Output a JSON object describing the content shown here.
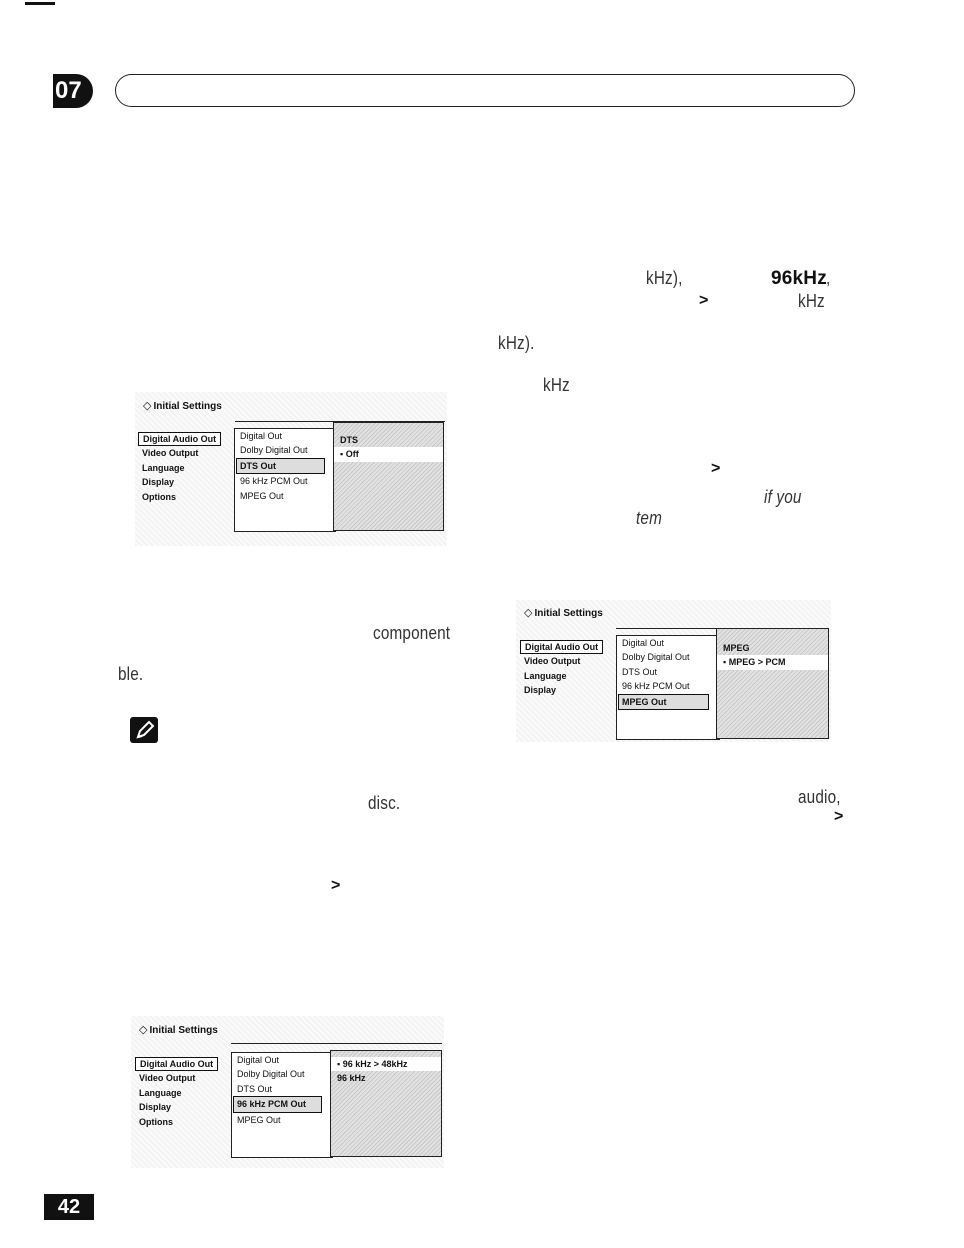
{
  "header": {
    "chapter": "07"
  },
  "fragments": {
    "khz_paren_comma": "kHz),",
    "ninety_six_khz": "96kHz",
    "comma": ",",
    "gt1": ">",
    "khz1": "kHz",
    "khz_paren_period": "kHz).",
    "khz2": "kHz",
    "gt2": ">",
    "if_you": "if you",
    "tem": "tem",
    "component": "component",
    "ble": "ble.",
    "disc": "disc.",
    "audio": "audio,",
    "gt3": ">",
    "gt4": ">"
  },
  "menu1": {
    "title": "Initial Settings",
    "left": [
      "Digital Audio Out",
      "Video Output",
      "Language",
      "Display",
      "Options"
    ],
    "mid": [
      "Digital Out",
      "Dolby Digital Out",
      "DTS Out",
      "96 kHz PCM Out",
      "MPEG Out"
    ],
    "right": [
      "DTS",
      "▪ Off"
    ]
  },
  "menu2": {
    "title": "Initial Settings",
    "left": [
      "Digital Audio Out",
      "Video Output",
      "Language",
      "Display"
    ],
    "mid": [
      "Digital Out",
      "Dolby Digital Out",
      "DTS Out",
      "96 kHz PCM Out",
      "MPEG Out"
    ],
    "right": [
      "MPEG",
      "▪ MPEG > PCM"
    ]
  },
  "menu3": {
    "title": "Initial Settings",
    "left": [
      "Digital Audio Out",
      "Video Output",
      "Language",
      "Display",
      "Options"
    ],
    "mid": [
      "Digital Out",
      "Dolby Digital Out",
      "DTS Out",
      "96 kHz PCM Out",
      "MPEG Out"
    ],
    "right": [
      "▪ 96 kHz > 48kHz",
      "96 kHz"
    ]
  },
  "footer": {
    "page_number": "42"
  }
}
